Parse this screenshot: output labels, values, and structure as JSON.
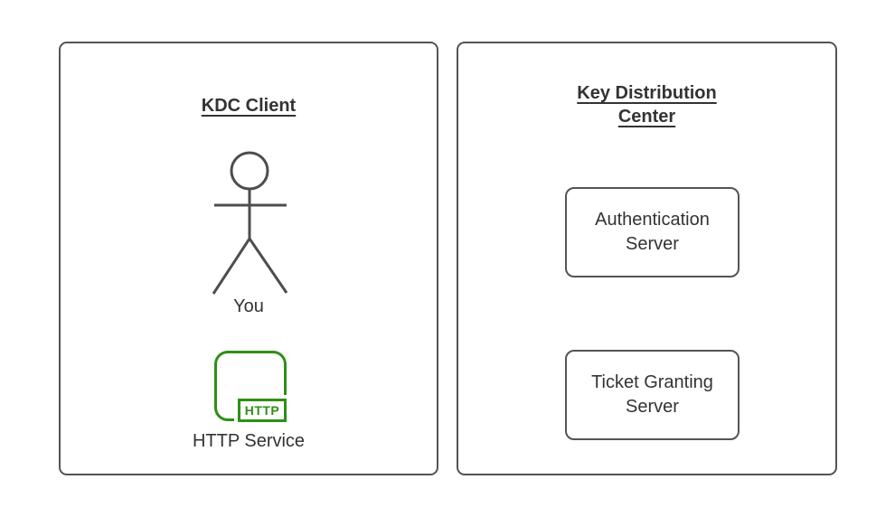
{
  "client_panel": {
    "title": "KDC Client",
    "actor_label": "You",
    "http_badge": "HTTP",
    "service_label": "HTTP Service"
  },
  "kdc_panel": {
    "title": "Key Distribution Center",
    "servers": [
      {
        "label": "Authentication Server"
      },
      {
        "label": "Ticket Granting Server"
      }
    ]
  },
  "colors": {
    "panel_border": "#545454",
    "shape_stroke": "#4d4d4d",
    "text": "#333333",
    "accent_green": "#2d9016"
  }
}
